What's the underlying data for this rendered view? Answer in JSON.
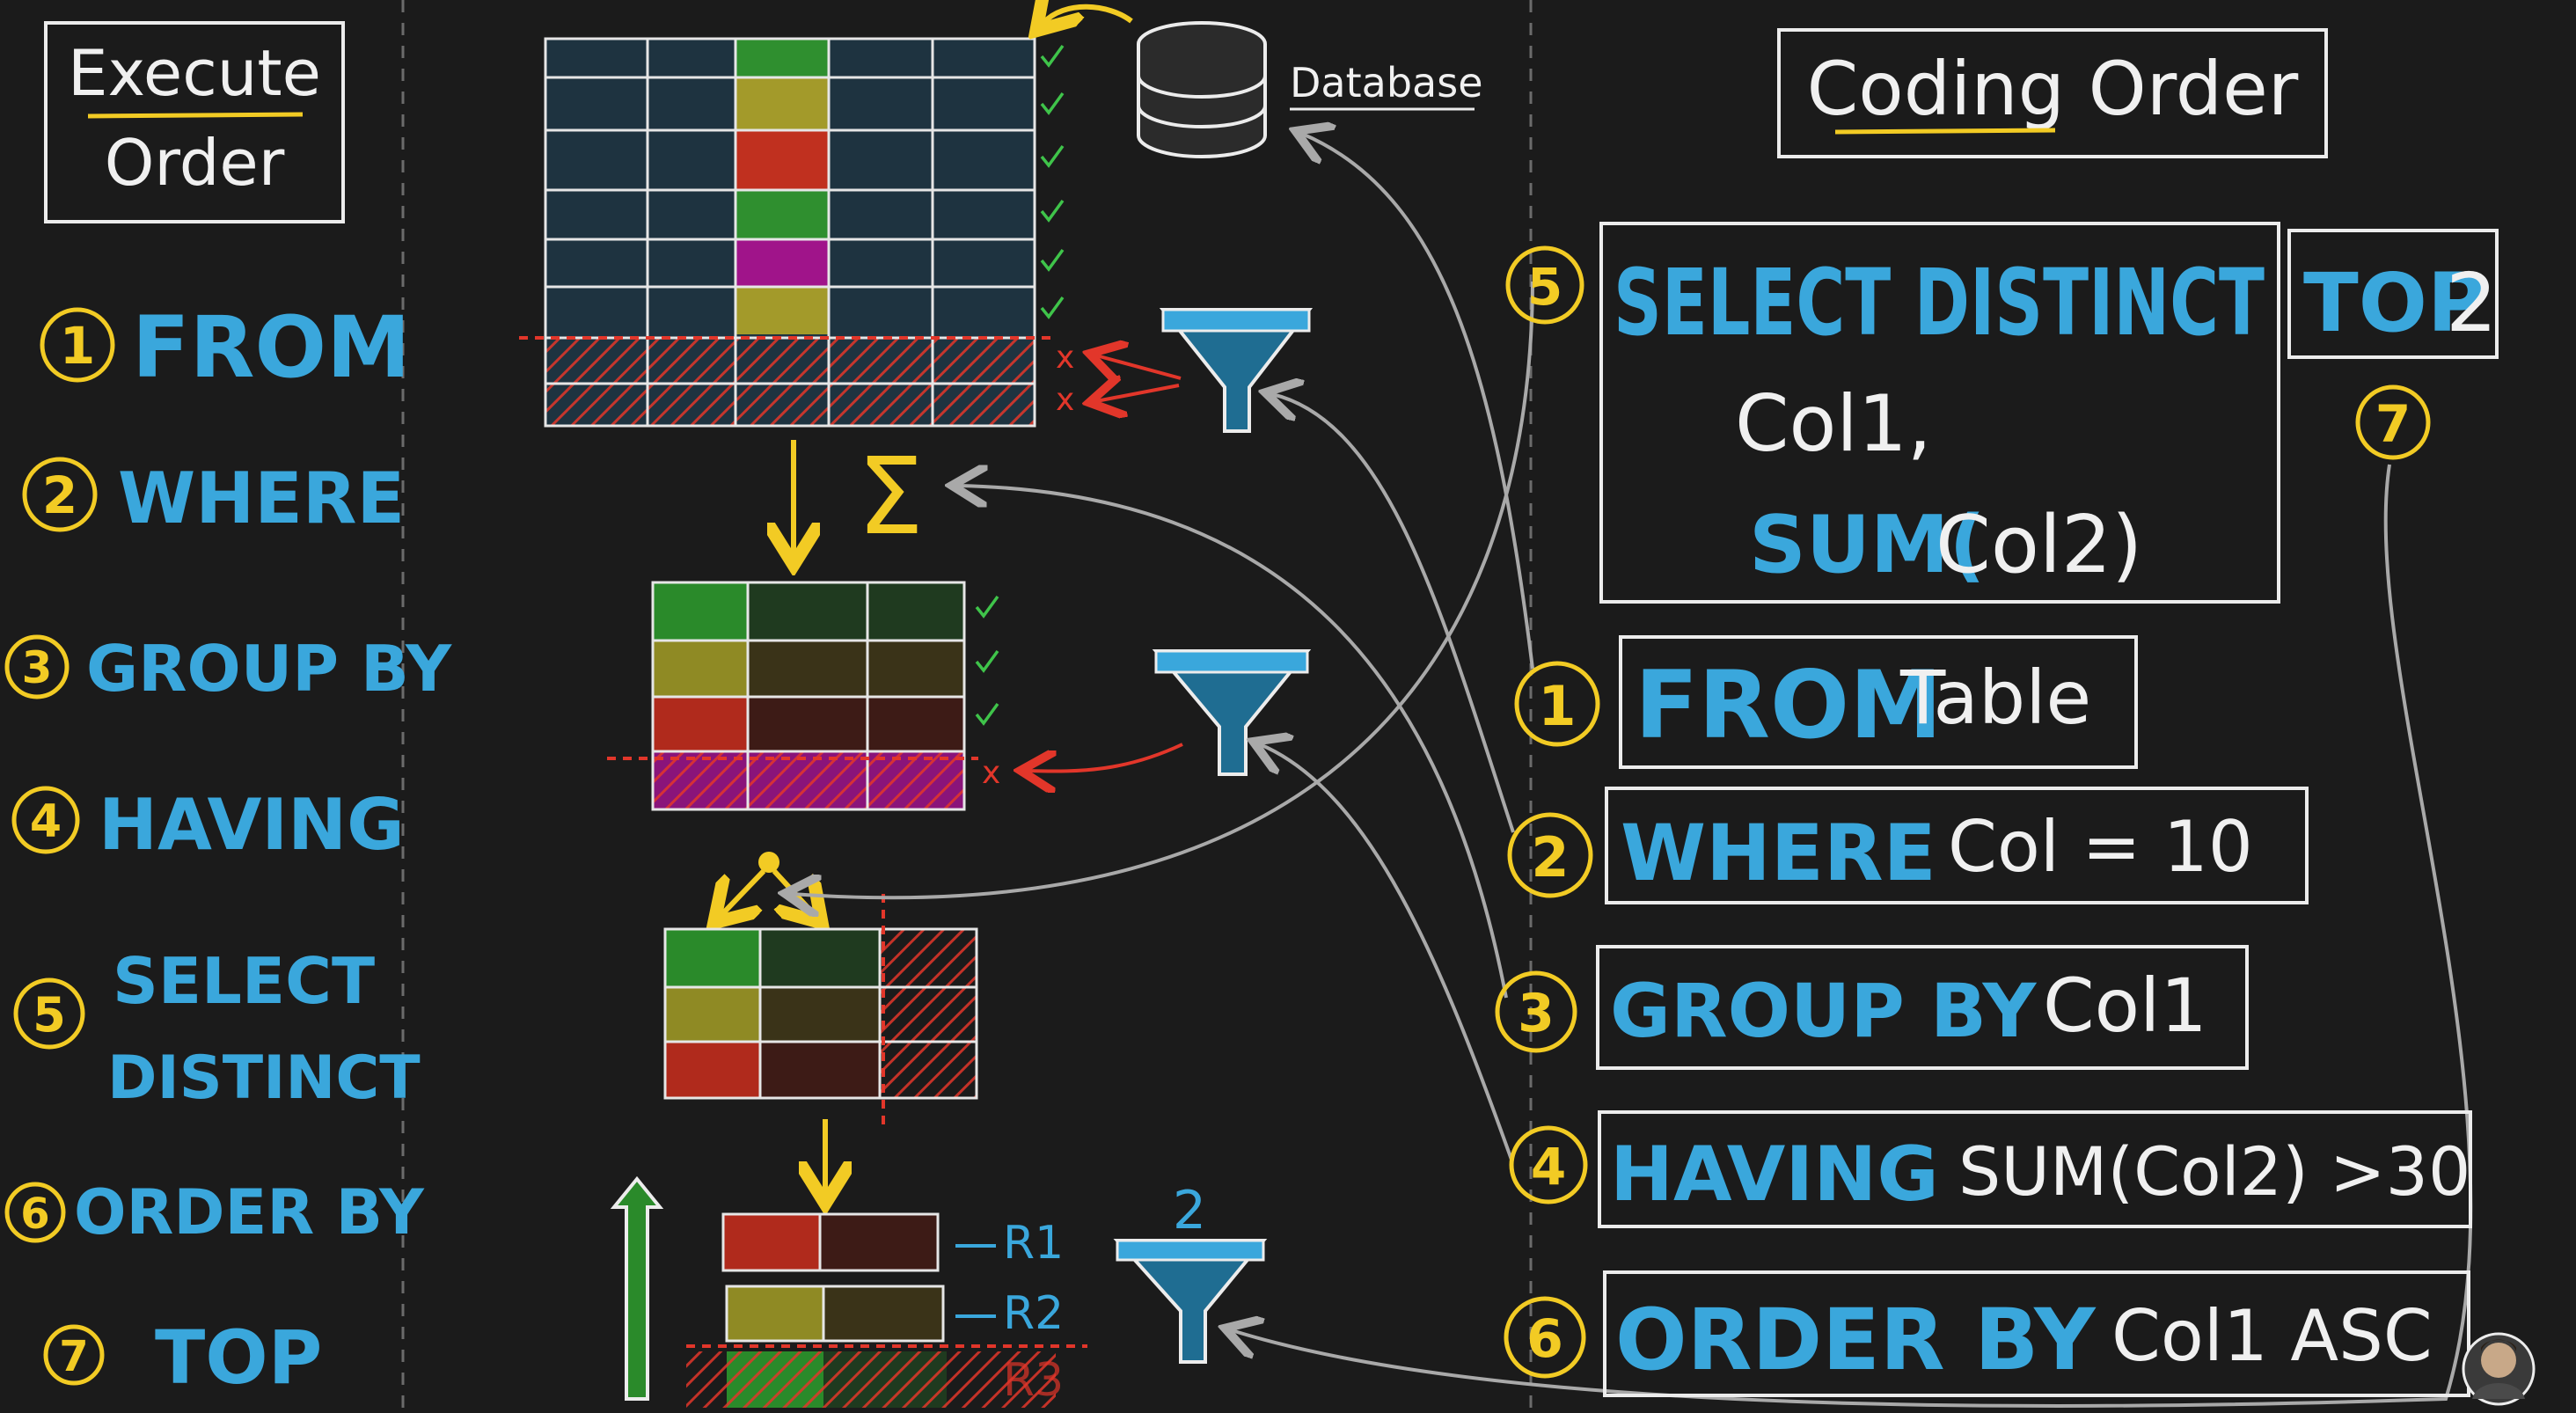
{
  "execute_order": {
    "title_line1": "Execute",
    "title_line2": "Order",
    "steps": [
      {
        "num": "1",
        "label": "FROM"
      },
      {
        "num": "2",
        "label": "WHERE"
      },
      {
        "num": "3",
        "label": "GROUP BY"
      },
      {
        "num": "4",
        "label": "HAVING"
      },
      {
        "num": "5",
        "label": "SELECT",
        "label2": "DISTINCT"
      },
      {
        "num": "6",
        "label": "ORDER BY"
      },
      {
        "num": "7",
        "label": "TOP"
      }
    ]
  },
  "coding_order": {
    "title": "Coding Order",
    "select": {
      "num": "5",
      "keyword": "SELECT DISTINCT",
      "col1": "Col1,",
      "sum_kw": "SUM(",
      "sum_arg": "Col2)"
    },
    "top": {
      "num": "7",
      "keyword": "TOP",
      "value": "2"
    },
    "from": {
      "num": "1",
      "keyword": "FROM",
      "value": "Table"
    },
    "where": {
      "num": "2",
      "keyword": "WHERE",
      "value": "Col = 10"
    },
    "groupby": {
      "num": "3",
      "keyword": "GROUP BY",
      "value": "Col1"
    },
    "having": {
      "num": "4",
      "keyword": "HAVING",
      "value": "SUM(Col2) >30"
    },
    "orderby": {
      "num": "6",
      "keyword": "ORDER BY",
      "value": "Col1 ASC"
    }
  },
  "diagram": {
    "database_label": "Database",
    "sigma": "Σ",
    "rank_labels": [
      "R1",
      "R2",
      "R3"
    ],
    "top_count": "2",
    "reject_mark": "x"
  },
  "colors": {
    "background": "#1b1b1b",
    "blue": "#3aa7dc",
    "yellow": "#f2cb24",
    "red": "#e2362a",
    "green": "#3fc44a",
    "white": "#f0f0f0"
  }
}
